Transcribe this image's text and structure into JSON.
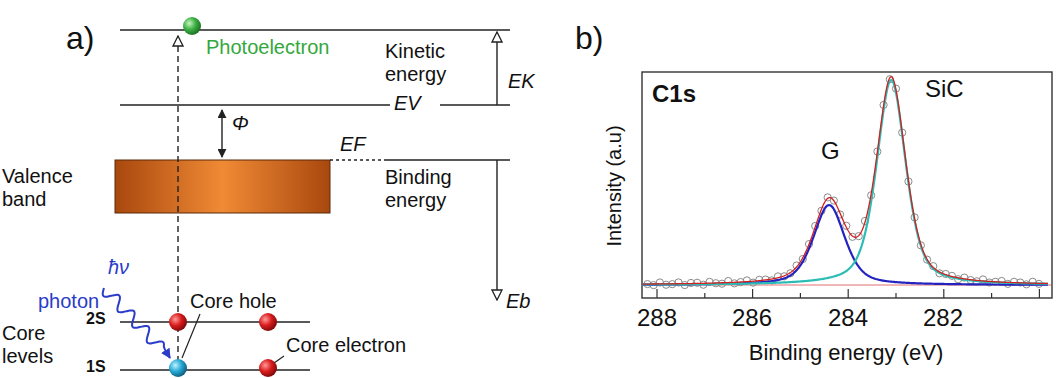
{
  "diagram": {
    "labels": [
      "a)",
      "Photoelectron",
      "Kinetic energy",
      "EK",
      "EV",
      "Φ",
      "Valence band",
      "EF",
      "Binding energy",
      "Eb",
      "photon",
      "ħν",
      "Core hole",
      "2S",
      "1S",
      "Core levels",
      "Core electron",
      "b)",
      "C1s",
      "G",
      "SiC",
      "Intensity (a.u)",
      "288",
      "286",
      "284",
      "282",
      "Binding energy (eV)"
    ]
  }
}
